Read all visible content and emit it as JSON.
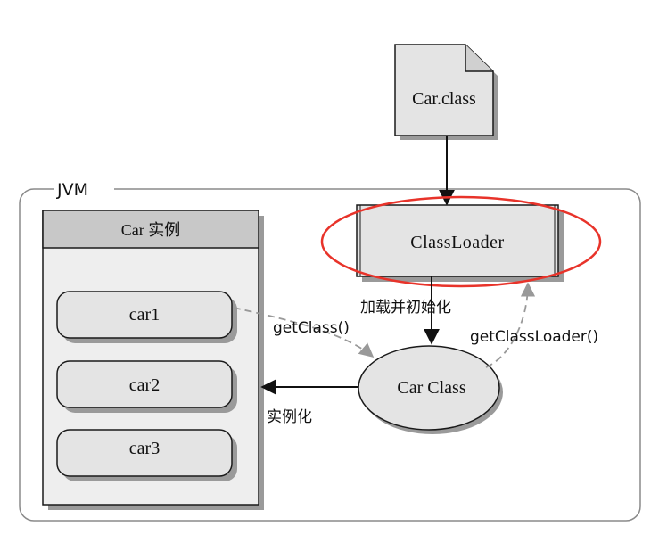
{
  "diagram": {
    "file": {
      "label": "Car.class"
    },
    "jvm": {
      "label": "JVM"
    },
    "instances_panel": {
      "header": "Car 实例",
      "items": [
        "car1",
        "car2",
        "car3"
      ]
    },
    "classloader": {
      "label": "ClassLoader"
    },
    "car_class": {
      "label": "Car Class"
    },
    "edges": {
      "load_and_init": "加载并初始化",
      "get_class": "getClass()",
      "get_class_loader": "getClassLoader()",
      "instantiate": "实例化"
    },
    "colors": {
      "highlight_ellipse": "#e8332a",
      "node_fill": "#e4e4e4",
      "header_fill": "#c8c8c8",
      "panel_fill": "#eeeeee",
      "shadow": "#9a9a9a",
      "dashed_arrow": "#999999"
    }
  }
}
